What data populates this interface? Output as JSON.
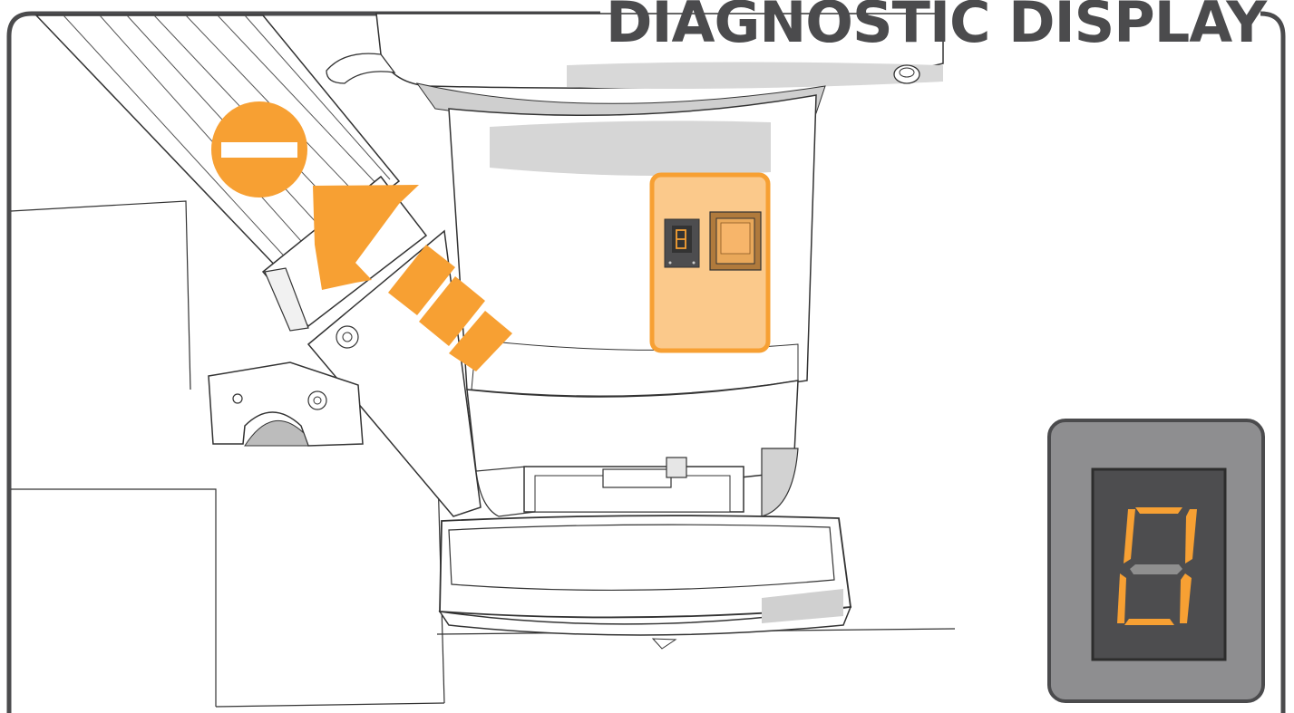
{
  "title": "DIAGNOSTIC DISPLAY",
  "colors": {
    "accent_orange": "#f7a033",
    "panel_highlight": "#fbc98b",
    "frame_gray": "#4b4b4d",
    "display_bezel": "#8e8e90",
    "display_face": "#4d4d4f",
    "segment_off": "#8f8f8f"
  },
  "icons": {
    "minus": "minus-sign-icon",
    "arrow": "direction-arrow-icon"
  },
  "display_digit": "0",
  "segments": {
    "a": "on",
    "b": "on",
    "c": "on",
    "d": "on",
    "e": "on",
    "f": "on",
    "g": "off"
  }
}
